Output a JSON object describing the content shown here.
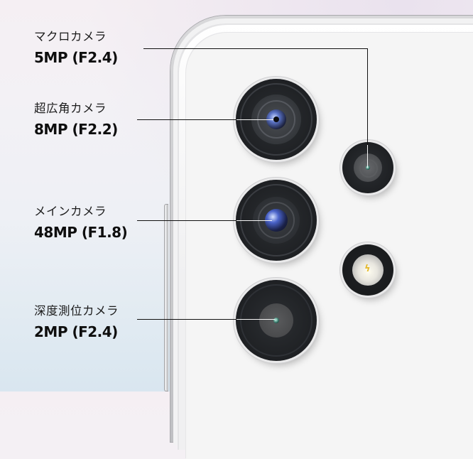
{
  "cameras": [
    {
      "id": "macro",
      "name": "マクロカメラ",
      "spec": "5MP (F2.4)"
    },
    {
      "id": "ultra-wide",
      "name": "超広角カメラ",
      "spec": "8MP (F2.2)"
    },
    {
      "id": "main",
      "name": "メインカメラ",
      "spec": "48MP (F1.8)"
    },
    {
      "id": "depth",
      "name": "深度測位カメラ",
      "spec": "2MP (F2.4)"
    }
  ],
  "flash": {
    "icon": "flash-bolt-icon",
    "glyph": "ϟ"
  },
  "colors": {
    "text": "#1c1c1c",
    "leader_line": "#111111",
    "lens_body": "#1e2023",
    "phone_back": "#f5f5f5",
    "flash_accent": "#e5b92a"
  }
}
